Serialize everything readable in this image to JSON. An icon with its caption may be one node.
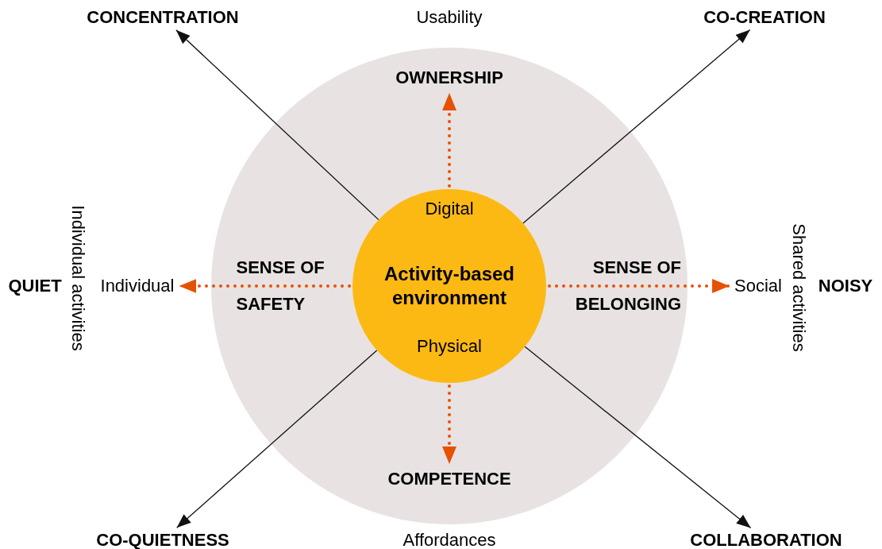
{
  "diagram": {
    "nodes": [
      {
        "text": [
          "CONCENTRATION"
        ]
      },
      {
        "text": [
          "CO-CREATION"
        ]
      },
      {
        "text": [],
        "shape": "circle"
      },
      {
        "text": [
          "OWNERSHIP"
        ],
        "in": 2
      },
      {
        "text": [
          "Digital",
          "Activity-based environment",
          "Physical"
        ],
        "in": 2
      },
      {
        "text": [
          "COMPETENCE"
        ],
        "in": 2
      },
      {
        "text": [
          "Individual"
        ]
      },
      {
        "text": [
          "Social"
        ]
      },
      {
        "text": [
          "CO-QUIETNESS"
        ]
      },
      {
        "text": [
          "COLLABORATION"
        ]
      }
    ],
    "edges": [
      {
        "from": 4,
        "to": 0,
        "arrow": "to"
      },
      {
        "from": 4,
        "to": 1,
        "arrow": "to"
      },
      {
        "from": 4,
        "to": 3,
        "arrow": "to",
        "style": "dashed",
        "color": "#e65100"
      },
      {
        "from": 4,
        "to": 6,
        "arrow": "to",
        "style": "dashed",
        "color": "#e65100"
      },
      {
        "from": 4,
        "to": 7,
        "arrow": "to",
        "style": "dashed",
        "color": "#e65100"
      },
      {
        "from": 4,
        "to": 5,
        "arrow": "to",
        "style": "dashed",
        "color": "#e65100"
      },
      {
        "from": 4,
        "to": 8,
        "arrow": "to"
      },
      {
        "from": 4,
        "to": 9,
        "arrow": "to"
      }
    ],
    "labels": [
      "Usability",
      "Individual activities",
      "Shared activities",
      "SENSE OF SAFETY",
      "SENSE OF BELONGING",
      "QUIET",
      "NOISY",
      "Affordances"
    ]
  }
}
